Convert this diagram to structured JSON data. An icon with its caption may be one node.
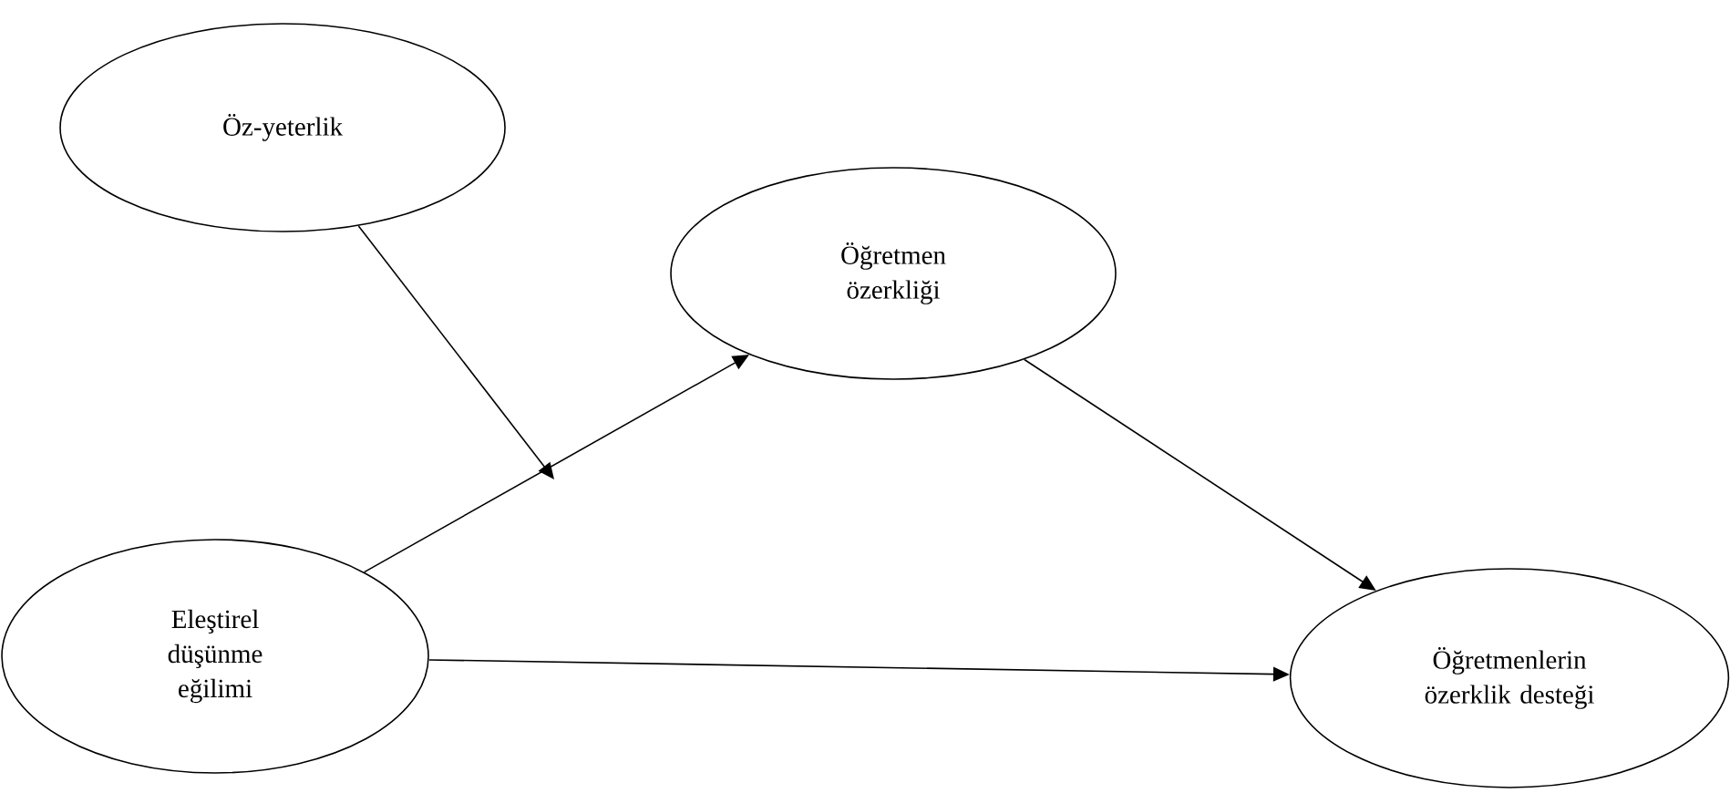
{
  "diagram": {
    "nodes": [
      {
        "text": [
          "Öz-yeterlik"
        ]
      },
      {
        "text": [
          "Eleştirel düşünme eğilimi"
        ]
      },
      {
        "text": [
          "Öğretmen özerkliği"
        ]
      },
      {
        "text": [
          "Öğretmenlerin özerklik desteği"
        ]
      }
    ],
    "edges": [
      {
        "from": 1,
        "to": 2,
        "arrow": "to"
      },
      {
        "from": 1,
        "to": 3,
        "arrow": "to"
      },
      {
        "from": 2,
        "to": 3,
        "arrow": "to"
      },
      {
        "from": 0,
        "to": null,
        "arrow": "to"
      }
    ]
  }
}
